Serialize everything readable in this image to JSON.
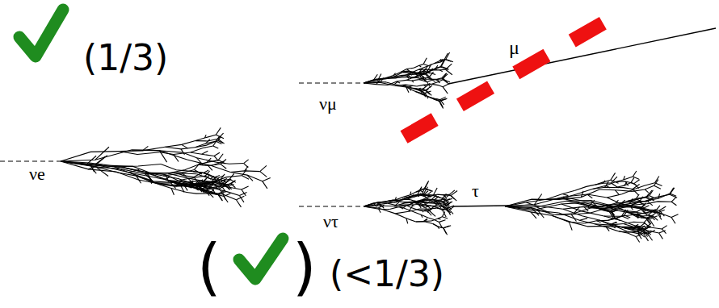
{
  "diagram": {
    "labels": [
      "(1/3)",
      "νe",
      "νμ",
      "μ",
      "ντ",
      "τ",
      "(",
      ")",
      "(<1/3)"
    ]
  }
}
